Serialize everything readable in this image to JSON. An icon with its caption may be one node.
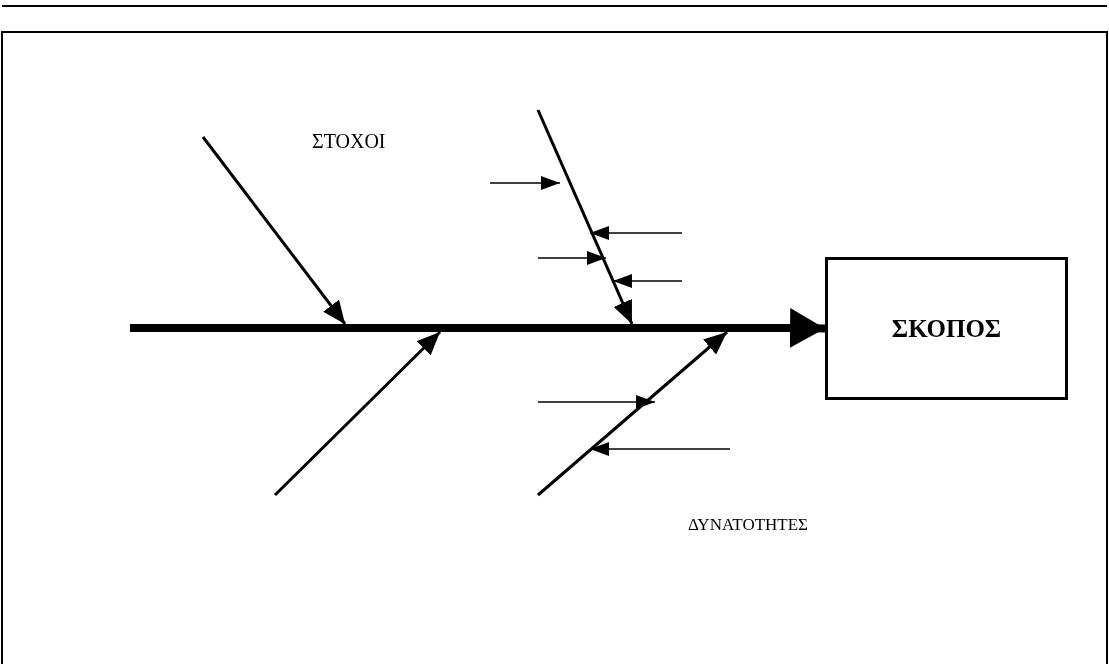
{
  "diagram": {
    "nodes": [
      {
        "text": [],
        "shape": "bar"
      },
      {
        "text": [
          "ΣΚΟΠΟΣ"
        ]
      }
    ],
    "edges": [
      {
        "from": 0,
        "to": 1,
        "arrow": "to",
        "style": "thick"
      },
      {
        "from": null,
        "to": 0,
        "arrow": "to"
      },
      {
        "from": null,
        "to": 0,
        "arrow": "to"
      },
      {
        "from": null,
        "to": 0,
        "arrow": "to"
      },
      {
        "from": null,
        "to": 0,
        "arrow": "to"
      }
    ],
    "labels": [
      "ΣΤΟΧΟΙ",
      "ΔΥΝΑΤΟΤΗΤΕΣ"
    ]
  }
}
